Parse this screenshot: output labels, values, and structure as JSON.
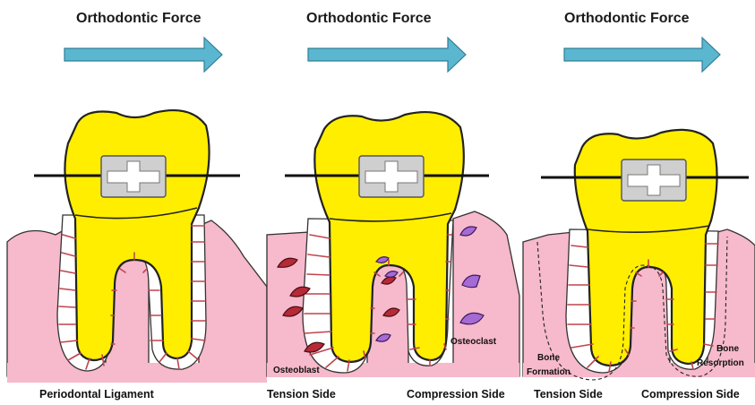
{
  "panels": [
    {
      "title": "Orthodontic Force",
      "labels": [
        "Periodontal Ligament"
      ]
    },
    {
      "title": "Orthodontic Force",
      "labels": [
        "Tension Side",
        "Compression Side"
      ],
      "cell_labels": [
        "Osteoblast",
        "Osteoclast"
      ]
    },
    {
      "title": "Orthodontic Force",
      "labels": [
        "Tension Side",
        "Compression Side"
      ],
      "process_labels": [
        "Bone",
        "Formation",
        "Bone",
        "Resorption"
      ]
    }
  ],
  "colors": {
    "tooth": "#ffee00",
    "gum": "#f7b9cc",
    "fiber": "#c0444c",
    "arrow": "#5bb7cf",
    "osteoblast": "#b52a36",
    "osteoclast": "#a66ad4"
  }
}
